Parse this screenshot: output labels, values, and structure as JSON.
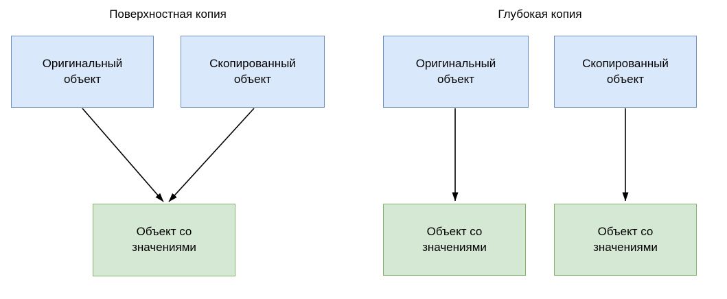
{
  "diagram": {
    "shallow_copy": {
      "title": "Поверхностная копия",
      "original_node": "Оригинальный\nобъект",
      "copied_node": "Скопированный\nобъект",
      "values_node": "Объект со\nзначениями"
    },
    "deep_copy": {
      "title": "Глубокая копия",
      "original_node": "Оригинальный\nобъект",
      "copied_node": "Скопированный\nобъект",
      "values_node_original": "Объект со\nзначениями",
      "values_node_copied": "Объект со\nзначениями"
    },
    "colors": {
      "blue_node_fill": "#dae8fc",
      "blue_node_border": "#6c8ebf",
      "green_node_fill": "#d5e8d4",
      "green_node_border": "#82b366",
      "arrow": "#000000",
      "text": "#000000",
      "background": "#ffffff"
    }
  }
}
